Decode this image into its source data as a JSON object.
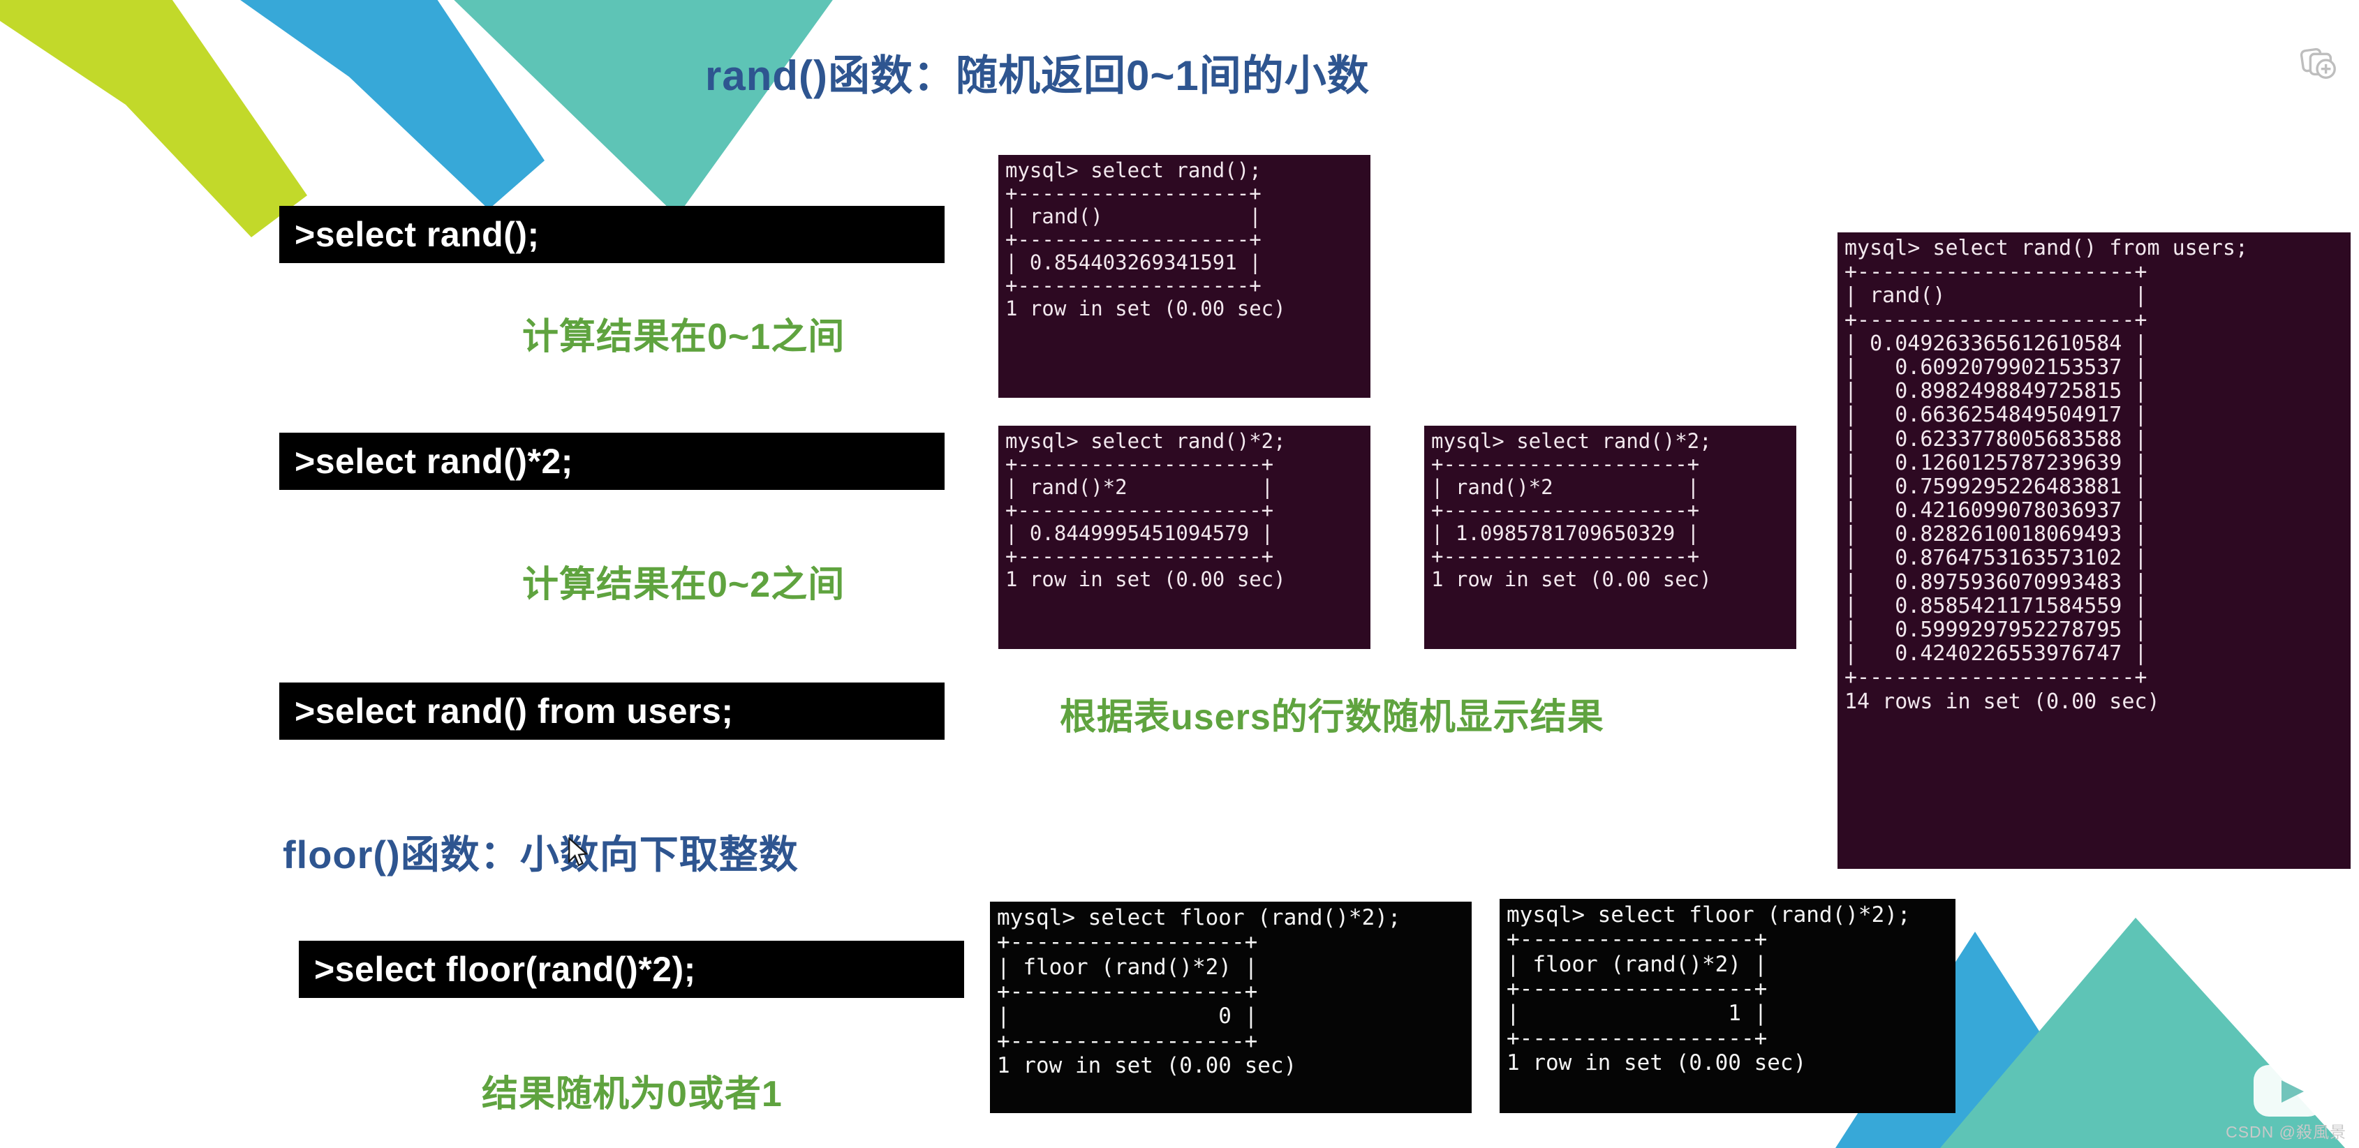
{
  "slide": {
    "title_rand": "rand()函数：随机返回0~1间的小数",
    "title_floor": "floor()函数：小数向下取整数"
  },
  "commands": {
    "cmd1": ">select rand();",
    "cmd2": ">select rand()*2;",
    "cmd3": ">select rand() from users;",
    "cmd4": ">select floor(rand()*2);"
  },
  "notes": {
    "note1": "计算结果在0~1之间",
    "note2": "计算结果在0~2之间",
    "note3": "根据表users的行数随机显示结果",
    "note4": "结果随机为0或者1"
  },
  "terminals": {
    "rand": {
      "prompt": "mysql> select rand();",
      "column": "rand()",
      "value": "0.854403269341591",
      "footer": "1 row in set (0.00 sec)",
      "text": "mysql> select rand();\n+-------------------+\n| rand()            |\n+-------------------+\n| 0.854403269341591 |\n+-------------------+\n1 row in set (0.00 sec)"
    },
    "rand2_a": {
      "prompt": "mysql> select rand()*2;",
      "column": "rand()*2",
      "value": "0.8449995451094579",
      "footer": "1 row in set (0.00 sec)",
      "text": "mysql> select rand()*2;\n+--------------------+\n| rand()*2           |\n+--------------------+\n| 0.8449995451094579 |\n+--------------------+\n1 row in set (0.00 sec)"
    },
    "rand2_b": {
      "prompt": "mysql> select rand()*2;",
      "column": "rand()*2",
      "value": "1.0985781709650329",
      "footer": "1 row in set (0.00 sec)",
      "text": "mysql> select rand()*2;\n+--------------------+\n| rand()*2           |\n+--------------------+\n| 1.0985781709650329 |\n+--------------------+\n1 row in set (0.00 sec)"
    },
    "users": {
      "prompt": "mysql> select rand() from users;",
      "column": "rand()",
      "footer": "14 rows in set (0.00 sec)",
      "rows": [
        "0.049263365612610584",
        "0.6092079902153537",
        "0.8982498849725815",
        "0.6636254849504917",
        "0.6233778005683588",
        "0.1260125787239639",
        "0.7599295226483881",
        "0.4216099078036937",
        "0.8282610018069493",
        "0.8764753163573102",
        "0.8975936070993483",
        "0.8585421171584559",
        "0.5999297952278795",
        "0.4240226553976747"
      ],
      "text": "mysql> select rand() from users;\n+----------------------+\n| rand()               |\n+----------------------+\n| 0.049263365612610584 |\n|   0.6092079902153537 |\n|   0.8982498849725815 |\n|   0.6636254849504917 |\n|   0.6233778005683588 |\n|   0.1260125787239639 |\n|   0.7599295226483881 |\n|   0.4216099078036937 |\n|   0.8282610018069493 |\n|   0.8764753163573102 |\n|   0.8975936070993483 |\n|   0.8585421171584559 |\n|   0.5999297952278795 |\n|   0.4240226553976747 |\n+----------------------+\n14 rows in set (0.00 sec)"
    },
    "floor_0": {
      "prompt": "mysql> select floor (rand()*2);",
      "column": "floor (rand()*2)",
      "value": "0",
      "footer": "1 row in set (0.00 sec)",
      "text": "mysql> select floor (rand()*2);\n+------------------+\n| floor (rand()*2) |\n+------------------+\n|                0 |\n+------------------+\n1 row in set (0.00 sec)"
    },
    "floor_1": {
      "prompt": "mysql> select floor (rand()*2);",
      "column": "floor (rand()*2)",
      "value": "1",
      "footer": "1 row in set (0.00 sec)",
      "text": "mysql> select floor (rand()*2);\n+------------------+\n| floor (rand()*2) |\n+------------------+\n|                1 |\n+------------------+\n1 row in set (0.00 sec)"
    }
  },
  "watermark": "CSDN @殺風景",
  "colors": {
    "heading_blue": "#2e5590",
    "note_green": "#5fa33f",
    "deco_lime": "#c2d92a",
    "deco_blue": "#37a8d8",
    "deco_teal": "#5ec4b6",
    "terminal_maroon": "#2d0922",
    "terminal_black": "#050505"
  }
}
